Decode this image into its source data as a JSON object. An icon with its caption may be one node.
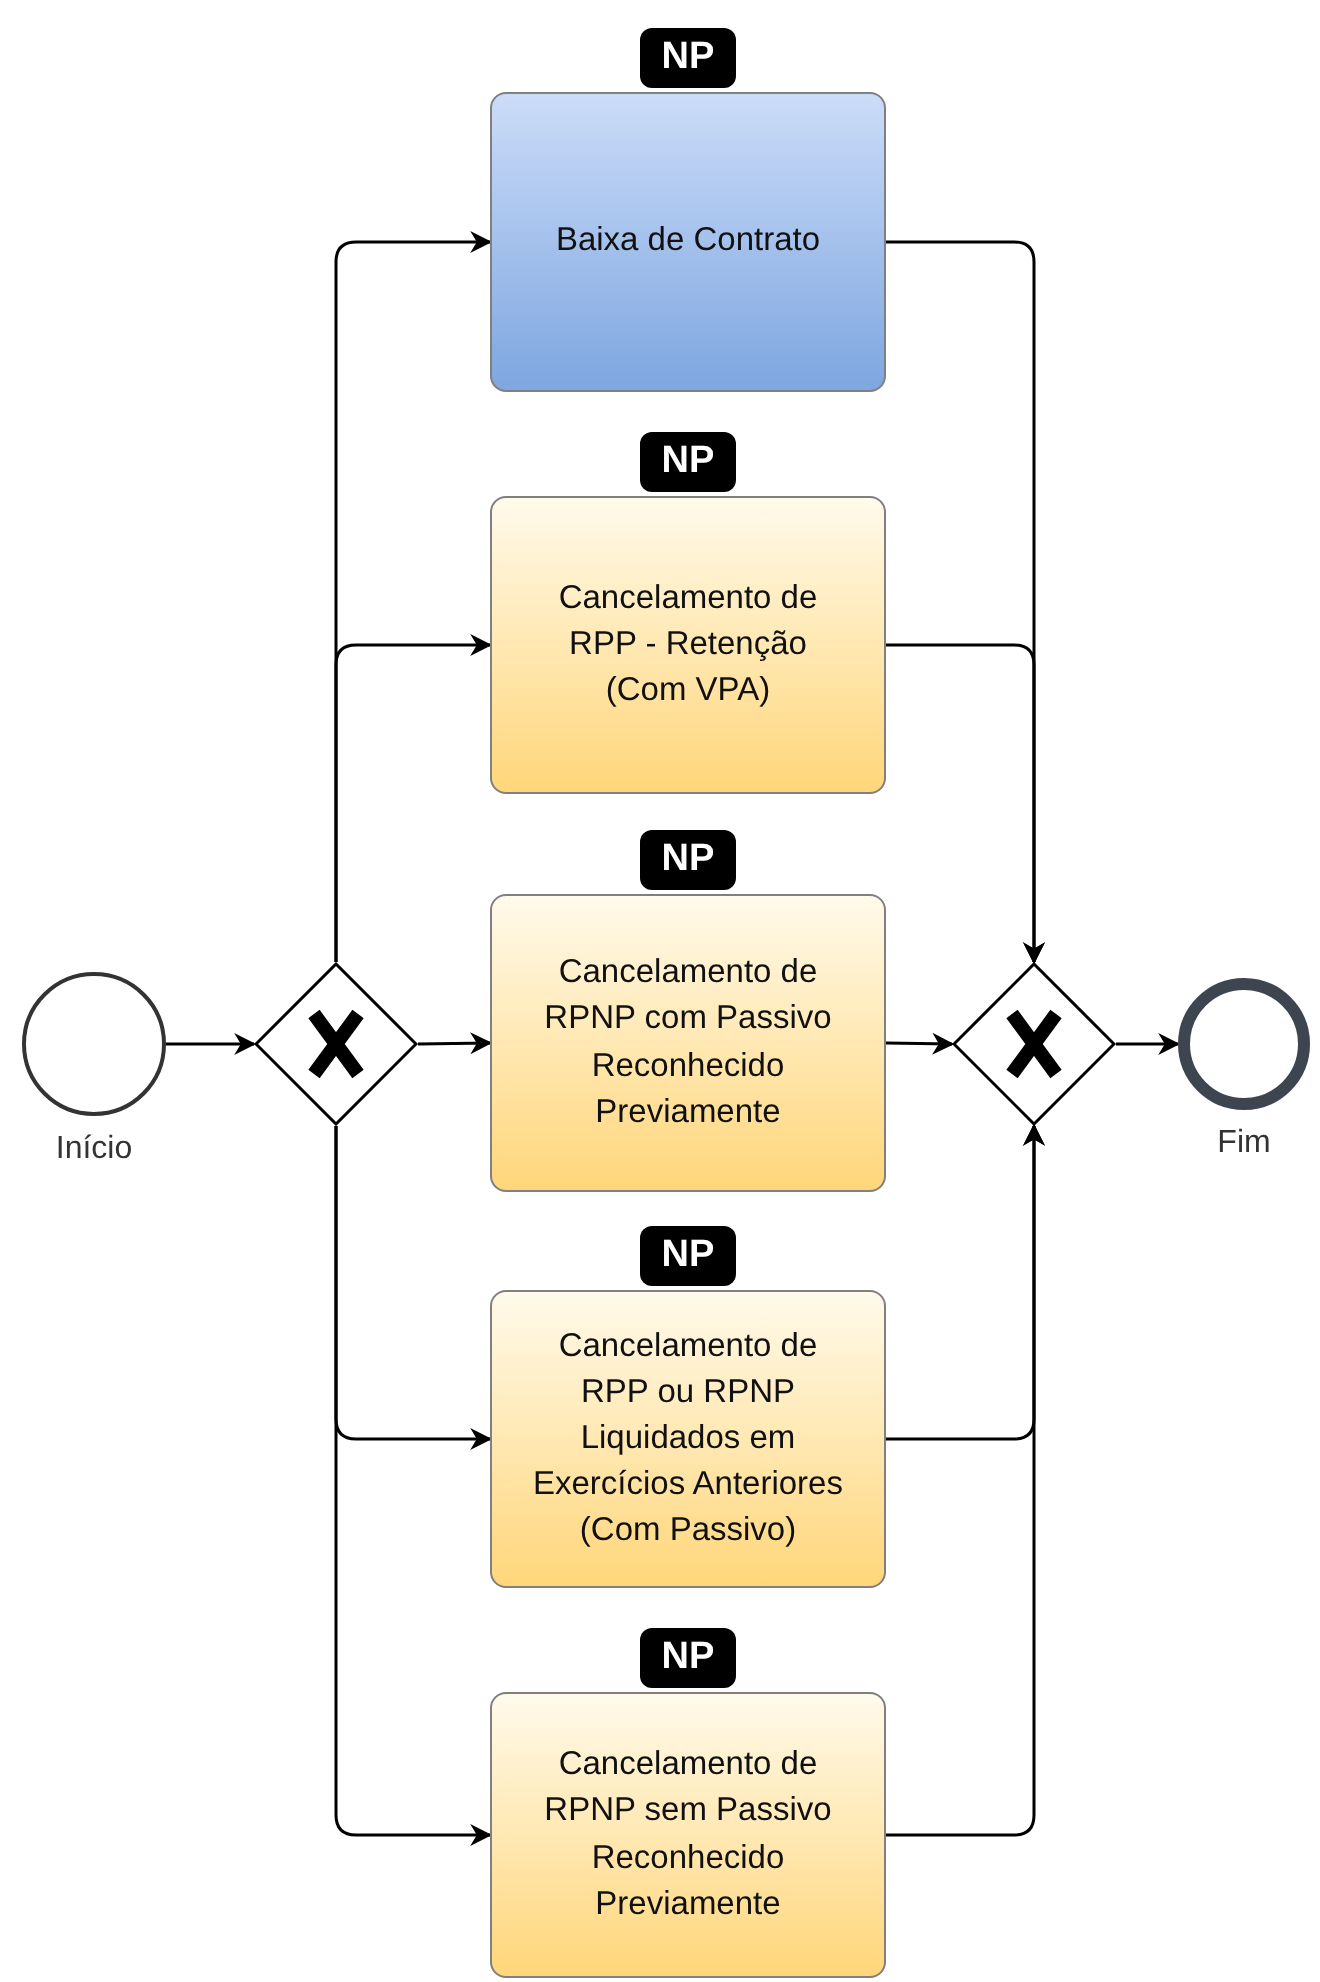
{
  "diagram": {
    "nodes": [
      {
        "text": [
          "Início"
        ]
      },
      {
        "text": [],
        "shape": "diamond"
      },
      {
        "text": [
          "Baixa de Contrato"
        ],
        "beside": [
          "NP"
        ]
      },
      {
        "text": [
          "Cancelamento de RPP - Retenção (Com VPA)"
        ],
        "beside": [
          "NP"
        ]
      },
      {
        "text": [
          "Cancelamento de RPNP com Passivo Reconhecido Previamente"
        ],
        "beside": [
          "NP"
        ]
      },
      {
        "text": [
          "Cancelamento de RPP ou RPNP Liquidados em Exercícios Anteriores (Com Passivo)"
        ],
        "beside": [
          "NP"
        ]
      },
      {
        "text": [
          "Cancelamento de RPNP sem Passivo Reconhecido Previamente"
        ],
        "beside": [
          "NP"
        ]
      },
      {
        "text": [],
        "shape": "diamond"
      },
      {
        "text": [
          "Fim"
        ]
      }
    ],
    "edges": [
      {
        "from": 0,
        "to": 1,
        "arrow": "to"
      },
      {
        "from": 1,
        "to": 2,
        "arrow": "to"
      },
      {
        "from": 1,
        "to": 3,
        "arrow": "to"
      },
      {
        "from": 1,
        "to": 4,
        "arrow": "to"
      },
      {
        "from": 1,
        "to": 5,
        "arrow": "to"
      },
      {
        "from": 1,
        "to": 6,
        "arrow": "to"
      },
      {
        "from": 2,
        "to": 7,
        "arrow": "to"
      },
      {
        "from": 3,
        "to": 7,
        "arrow": "to"
      },
      {
        "from": 4,
        "to": 7,
        "arrow": "to"
      },
      {
        "from": 5,
        "to": 7,
        "arrow": "to"
      },
      {
        "from": 6,
        "to": 7,
        "arrow": "to"
      },
      {
        "from": 7,
        "to": 8,
        "arrow": "to"
      }
    ]
  }
}
